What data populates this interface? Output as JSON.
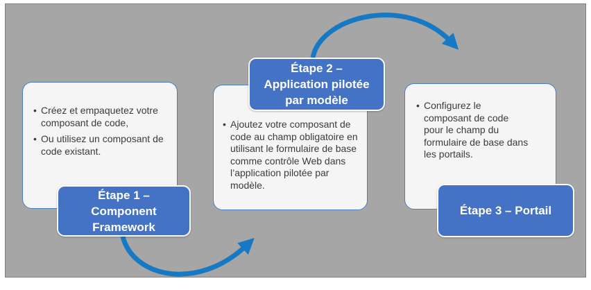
{
  "diagram": {
    "bullet_char": "•",
    "colors": {
      "background": "#a6a6a6",
      "board_border": "#7f7f7f",
      "accent_blue": "#4472c4",
      "arrow_blue": "#1779c4",
      "card_fill": "#f5f5f5",
      "card_border": "#4a7ebf",
      "text": "#3b3b3b"
    },
    "steps": [
      {
        "label": "Étape 1 –\nComponent\nFramework",
        "bullets": [
          "Créez et empaquetez votre composant de code,",
          "Ou utilisez un composant de code existant."
        ]
      },
      {
        "label": "Étape 2 –\nApplication pilotée\npar modèle",
        "bullets": [
          "Ajoutez votre composant de code au champ obligatoire en utilisant le formulaire de base comme contrôle Web dans l’application pilotée par modèle."
        ]
      },
      {
        "label": "Étape 3 – Portail",
        "bullets": [
          "Configurez le composant de code pour le champ du formulaire de base dans les portails."
        ]
      }
    ]
  }
}
